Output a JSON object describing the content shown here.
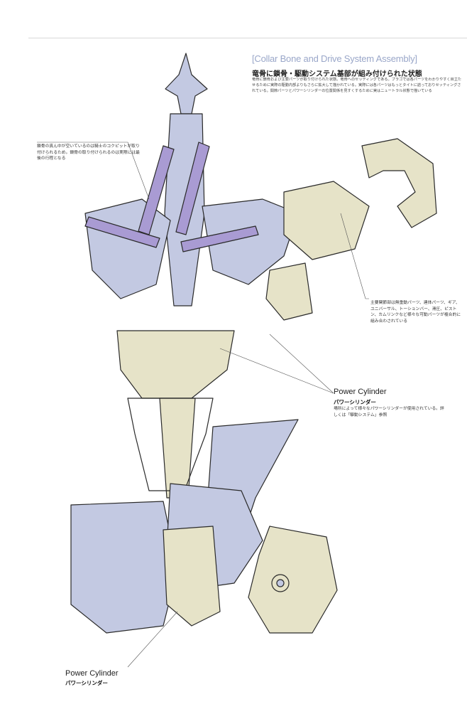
{
  "header": {
    "title": "[Collar Bone and Drive System Assembly]",
    "subtitle": "竜骨に鎖骨・駆動システム基部が組み付けられた状態",
    "body": "竜骨に鎖骨および主要パーツが取り付けられた状態。竜骨へのセッティングである。ブラゴでは各パーツをわかりやすく目立たせるために実際の駆動内部よりもさらに拡大して描かれている。実際には各パーツはもっとタイトに詰っておりセッティングされている。関節パーツとパワーシリンダーの位置関係を見すくするために実はニュートラル状態で描いている"
  },
  "notes": {
    "left": "鎖骨の真ん中が空いているのは騎士のコクピットが取り付けられるため。鎖骨の取り付けられるのは実際には最後の行程となる",
    "right": "主要関節部は無重動パーツ、連体パーツ、ギア、ユニバーサル、トーションバー、滑圧、ピストン、カムリンクなど様々な可動パーツが複合的に組み合わされている"
  },
  "labels": {
    "power_cylinder_1": {
      "en": "Power Cylinder",
      "jp": "パワーシリンダー",
      "desc": "場所によって様々なパワーシリンダーが使用されている。詳しくは「駆動システム」参照"
    },
    "power_cylinder_2": {
      "en": "Power Cylinder",
      "jp": "パワーシリンダー"
    }
  },
  "colors": {
    "frame_blue": "#c3c9e2",
    "collar_purple": "#a99bd3",
    "bone_cream": "#e6e3c8",
    "line": "#2a2a2a",
    "title_blue": "#9aa7c9"
  }
}
